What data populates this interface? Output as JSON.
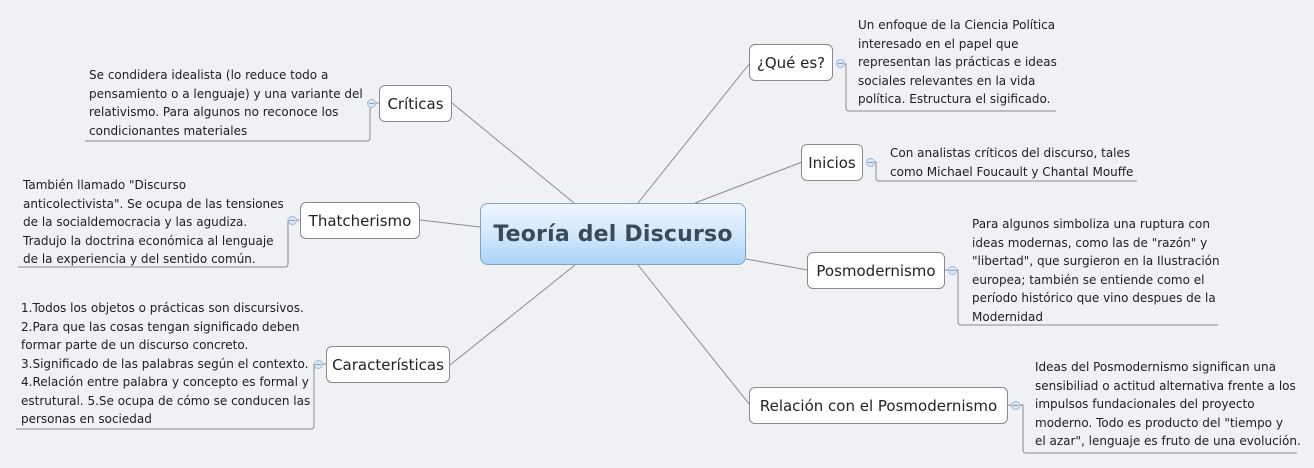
{
  "central_topic": {
    "label": "Teoría del Discurso",
    "gradient_top": "#eef6fe",
    "gradient_bottom": "#a9d3f7",
    "border_color": "#7fa3c8",
    "text_color": "#3a4a58"
  },
  "canvas": {
    "background": "#f0f1f5",
    "line_color": "#8c8c8c"
  },
  "branches": [
    {
      "id": "que-es",
      "side": "right",
      "label": "¿Qué es?",
      "note": "Un enfoque de la Ciencia Política\ninteresado en el papel que\nrepresentan las prácticas e ideas\nsociales relevantes en la vida\npolítica. Estructura el sigificado."
    },
    {
      "id": "inicios",
      "side": "right",
      "label": "Inicios",
      "note": "Con analistas críticos del discurso, tales\ncomo Michael Foucault y Chantal Mouffe"
    },
    {
      "id": "posmodernismo",
      "side": "right",
      "label": "Posmodernismo",
      "note": "Para algunos simboliza una ruptura con\nideas modernas, como las de \"razón\" y\n\"libertad\", que surgieron en la Ilustración\neuropea; también se entiende como el\nperíodo histórico que vino despues de la\nModernidad"
    },
    {
      "id": "relacion-posmodernismo",
      "side": "right",
      "label": "Relación con el Posmodernismo",
      "note": "Ideas del Posmodernismo significan una\nsensibiliad o actitud alternativa frente a los\nimpulsos fundacionales del proyecto\nmoderno. Todo es producto del \"tiempo y\nel azar\", lenguaje es fruto de una evolución."
    },
    {
      "id": "criticas",
      "side": "left",
      "label": "Críticas",
      "note": "Se condidera idealista (lo reduce todo a\npensamiento o a lenguaje) y una variante del\nrelativismo. Para algunos no reconoce los\ncondicionantes materiales"
    },
    {
      "id": "thatcherismo",
      "side": "left",
      "label": "Thatcherismo",
      "note": "También llamado \"Discurso\nanticolectivista\". Se ocupa de las tensiones\nde la socialdemocracia y las agudiza.\nTradujo la doctrina económica al lenguaje\nde la experiencia y del sentido común."
    },
    {
      "id": "caracteristicas",
      "side": "left",
      "label": "Características",
      "note": "1.Todos los objetos o prácticas son discursivos.\n2.Para que las cosas tengan significado deben\nformar parte de un discurso concreto.\n3.Significado de las palabras según el contexto.\n4.Relación entre palabra y concepto es formal y\nestrutural. 5.Se ocupa de cómo se conducen las\npersonas en sociedad"
    }
  ],
  "icons": {
    "collapse": "collapse-minus-icon"
  }
}
